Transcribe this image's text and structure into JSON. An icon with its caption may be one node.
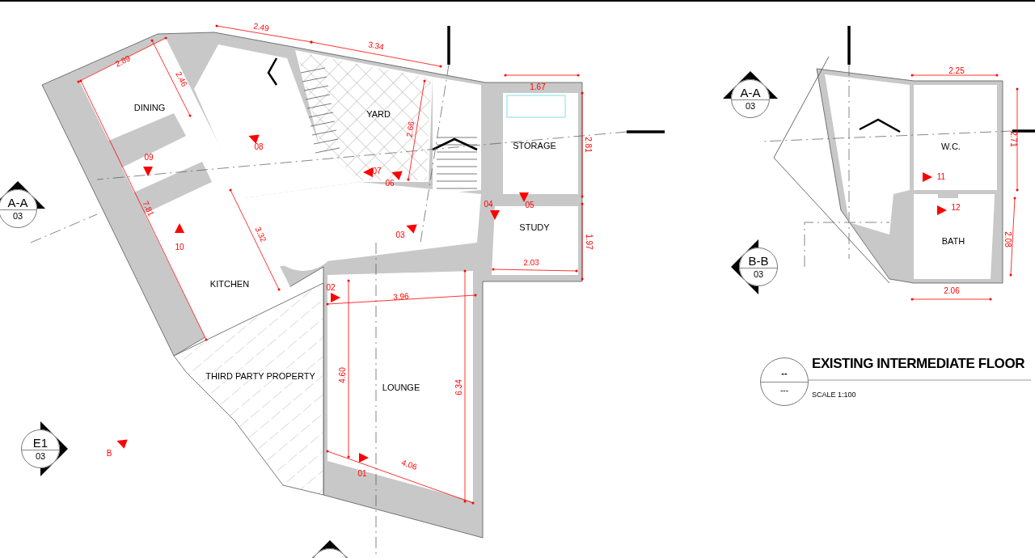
{
  "diagram": {
    "title": "EXISTING INTERMEDIATE FLOOR",
    "caption": "SCALE 1:100",
    "nodes": [
      {
        "text": [
          "A-A",
          "03"
        ]
      },
      {
        "text": [
          "DINING"
        ]
      },
      {
        "text": [
          "YARD"
        ]
      },
      {
        "text": [
          "STORAGE"
        ]
      },
      {
        "text": [
          "STUDY"
        ]
      },
      {
        "text": [
          "KITCHEN"
        ]
      },
      {
        "text": [
          "THIRD PARTY PROPERTY"
        ]
      },
      {
        "text": [
          "LOUNGE"
        ]
      },
      {
        "text": [
          "E1",
          "03"
        ]
      },
      {
        "text": [],
        "shape": "circle"
      },
      {
        "text": [
          "A-A",
          "03"
        ]
      },
      {
        "text": [
          "W.C."
        ]
      },
      {
        "text": [
          "BATH"
        ]
      },
      {
        "text": [
          "B-B",
          "03"
        ]
      },
      {
        "text": [
          "--",
          "---"
        ]
      }
    ],
    "labels": [
      "2.49",
      "3.34",
      "2.89",
      "2.46",
      "1.67",
      "2.66",
      "2.81",
      "08",
      "09",
      "07",
      "06",
      "7.81",
      "04",
      "05",
      "10",
      "3.32",
      "03",
      "1.97",
      "2.03",
      "02",
      "3.96",
      "4.60",
      "6.34",
      "4.06",
      "01",
      "B",
      "2.25",
      "2.71",
      "11",
      "12",
      "2.08",
      "2.06"
    ]
  }
}
